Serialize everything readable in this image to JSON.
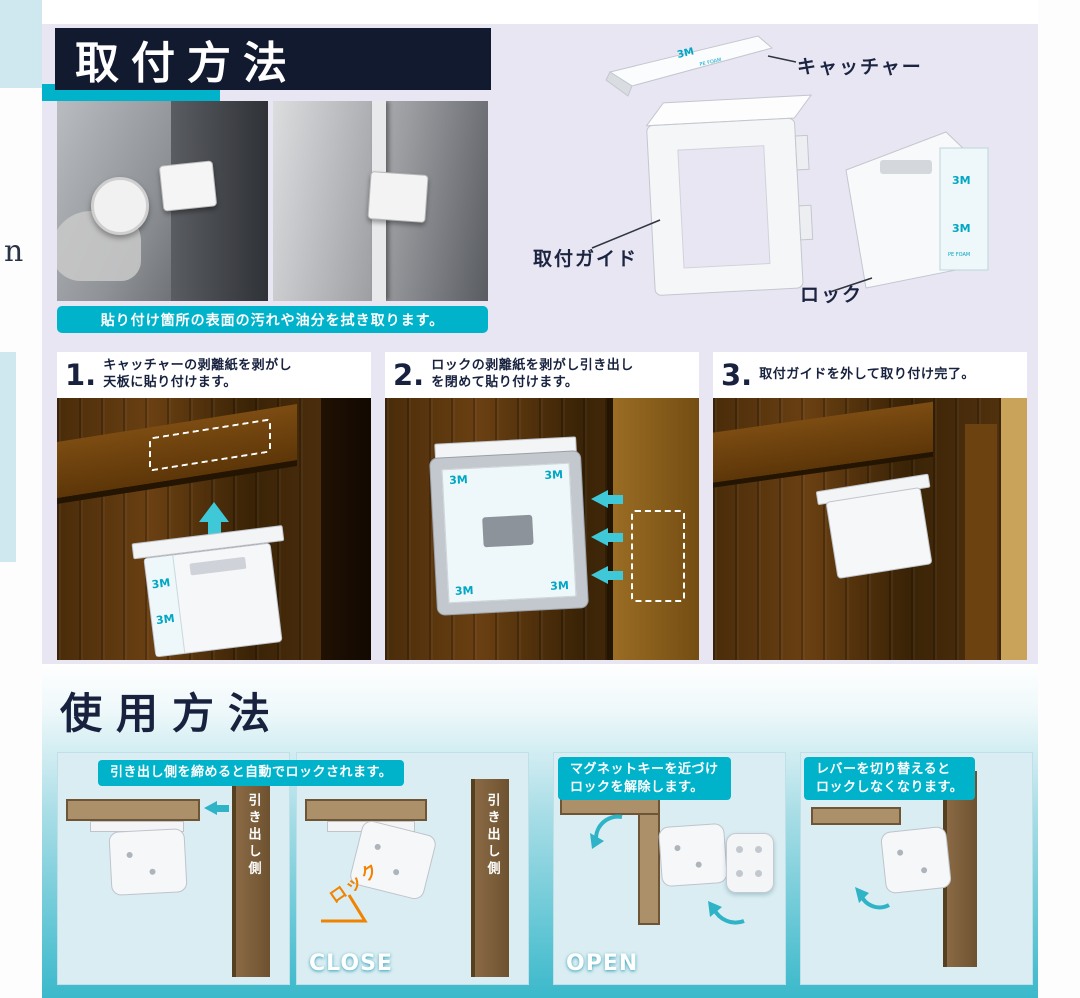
{
  "colors": {
    "accent": "#00b3cb",
    "navy": "#18223f",
    "teal_arrow": "#3fc9d8",
    "orange": "#f08300"
  },
  "install": {
    "title": "取付方法",
    "photo_note": "貼り付け箇所の表面の汚れや油分を拭き取ります。",
    "parts": {
      "catcher": "キャッチャー",
      "guide": "取付ガイド",
      "lock": "ロック"
    },
    "brand": "3M",
    "pad_text": "PE FOAM",
    "steps": [
      {
        "num": "1.",
        "line1": "キャッチャーの剥離紙を剥がし",
        "line2": "天板に貼り付けます。"
      },
      {
        "num": "2.",
        "line1": "ロックの剥離紙を剥がし引き出し",
        "line2": "を閉めて貼り付けます。"
      },
      {
        "num": "3.",
        "line1": "取付ガイドを外して取り付け完了。",
        "line2": ""
      }
    ]
  },
  "usage": {
    "title": "使用方法",
    "auto_caption": "引き出し側を締めると自動でロックされます。",
    "magnet_caption_line1": "マグネットキーを近づけ",
    "magnet_caption_line2": "ロックを解除します。",
    "lever_caption_line1": "レバーを切り替えると",
    "lever_caption_line2": "ロックしなくなります。",
    "drawer_side_label": "引き出し側",
    "lock_label": "ロック",
    "close_label": "CLOSE",
    "open_label": "OPEN"
  },
  "edge": {
    "left_letter": "n"
  }
}
